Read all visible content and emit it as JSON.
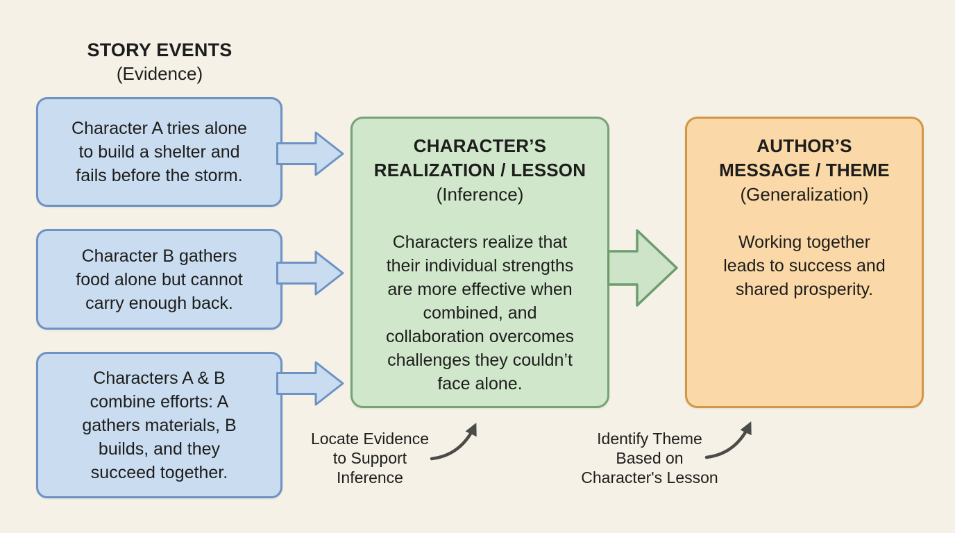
{
  "palette": {
    "background": "#f5f1e6",
    "text": "#1d1d1b",
    "blue_box_fill": "#c9dcf0",
    "blue_box_border": "#6d92c3",
    "green_box_fill": "#d0e7cc",
    "green_box_border": "#74a374",
    "green_arrow_fill": "#cde4c8",
    "green_arrow_border": "#6d9d6d",
    "orange_box_fill": "#fbd8a7",
    "orange_box_border": "#d2964a",
    "annotation_arrow": "#4b4b47"
  },
  "story_events": {
    "title": "STORY EVENTS",
    "subtitle": "(Evidence)",
    "boxes": [
      {
        "text": "Character A tries alone\nto build a shelter and\nfails before the storm."
      },
      {
        "text": "Character B gathers\nfood alone but cannot\ncarry enough back."
      },
      {
        "text": "Characters A & B\ncombine efforts: A\ngathers materials, B\nbuilds, and they\nsucceed together."
      }
    ]
  },
  "realization": {
    "title": "CHARACTER’S\nREALIZATION / LESSON",
    "subtitle": "(Inference)",
    "body": "Characters realize that\ntheir individual strengths\nare more effective when\ncombined, and\ncollaboration overcomes\nchallenges they couldn’t\nface alone."
  },
  "theme": {
    "title": "AUTHOR’S\nMESSAGE / THEME",
    "subtitle": "(Generalization)",
    "body": "Working together\nleads to success and\nshared prosperity."
  },
  "annotations": [
    {
      "text": "Locate Evidence\nto Support\nInference"
    },
    {
      "text": "Identify Theme\nBased on\nCharacter's Lesson"
    }
  ]
}
